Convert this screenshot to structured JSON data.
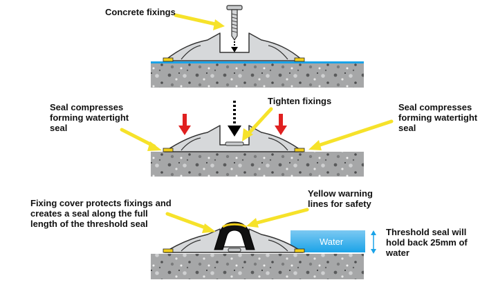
{
  "labels": {
    "concrete_fixings": "Concrete fixings",
    "seal_compresses_left": [
      "Seal compresses",
      "forming watertight",
      "seal"
    ],
    "tighten_fixings": "Tighten fixings",
    "seal_compresses_right": [
      "Seal compresses",
      "forming watertight",
      "seal"
    ],
    "fixing_cover": [
      "Fixing cover protects fixings and",
      "creates a seal along the full",
      "length of the threshold seal"
    ],
    "yellow_warning": [
      "Yellow warning",
      "lines for safety"
    ],
    "water": "Water",
    "threshold_hold": [
      "Threshold seal will",
      "hold back 25mm of",
      "water"
    ]
  },
  "colors": {
    "arrow_yellow": "#f6e22a",
    "compress_red": "#e02020",
    "water_blue": "#1aa3e8",
    "seal_grey": "#d6d8da",
    "concrete": "#a9aaab",
    "fixing_cover": "#111111",
    "warning_line": "#f2cf1a"
  }
}
